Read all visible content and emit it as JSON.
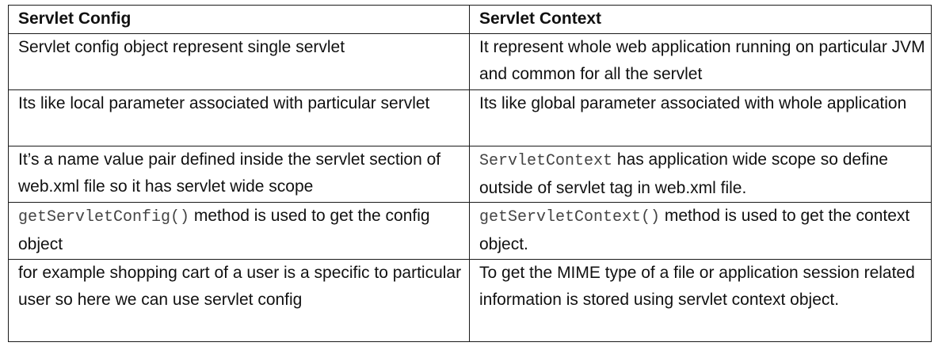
{
  "table": {
    "headers": [
      "Servlet Config",
      "Servlet Context"
    ],
    "rows": [
      {
        "config": [
          {
            "text": "Servlet config object represent single servlet"
          }
        ],
        "context": [
          {
            "text": "It represent whole web application running on particular JVM and common for all the servlet"
          }
        ]
      },
      {
        "config": [
          {
            "text": "Its like local parameter associated with particular servlet"
          }
        ],
        "context": [
          {
            "text": "Its like global parameter associated with whole application"
          }
        ]
      },
      {
        "config": [
          {
            "text": "It’s a name value pair defined inside the servlet section of web.xml file so it has servlet wide scope"
          }
        ],
        "context": [
          {
            "text": "ServletContext",
            "code": true
          },
          {
            "text": " has application wide scope so define outside of servlet tag in web.xml file."
          }
        ]
      },
      {
        "config": [
          {
            "text": "getServletConfig()",
            "code": true
          },
          {
            "text": " method is used to get the config object"
          }
        ],
        "context": [
          {
            "text": "getServletContext()",
            "code": true
          },
          {
            "text": " method is  used to get the context object."
          }
        ]
      },
      {
        "config": [
          {
            "text": "for example shopping cart of a user is a specific to particular user so here we can use servlet config"
          }
        ],
        "context": [
          {
            "text": "To get the MIME type of a file or application session related information is stored using servlet context object."
          }
        ]
      }
    ]
  }
}
